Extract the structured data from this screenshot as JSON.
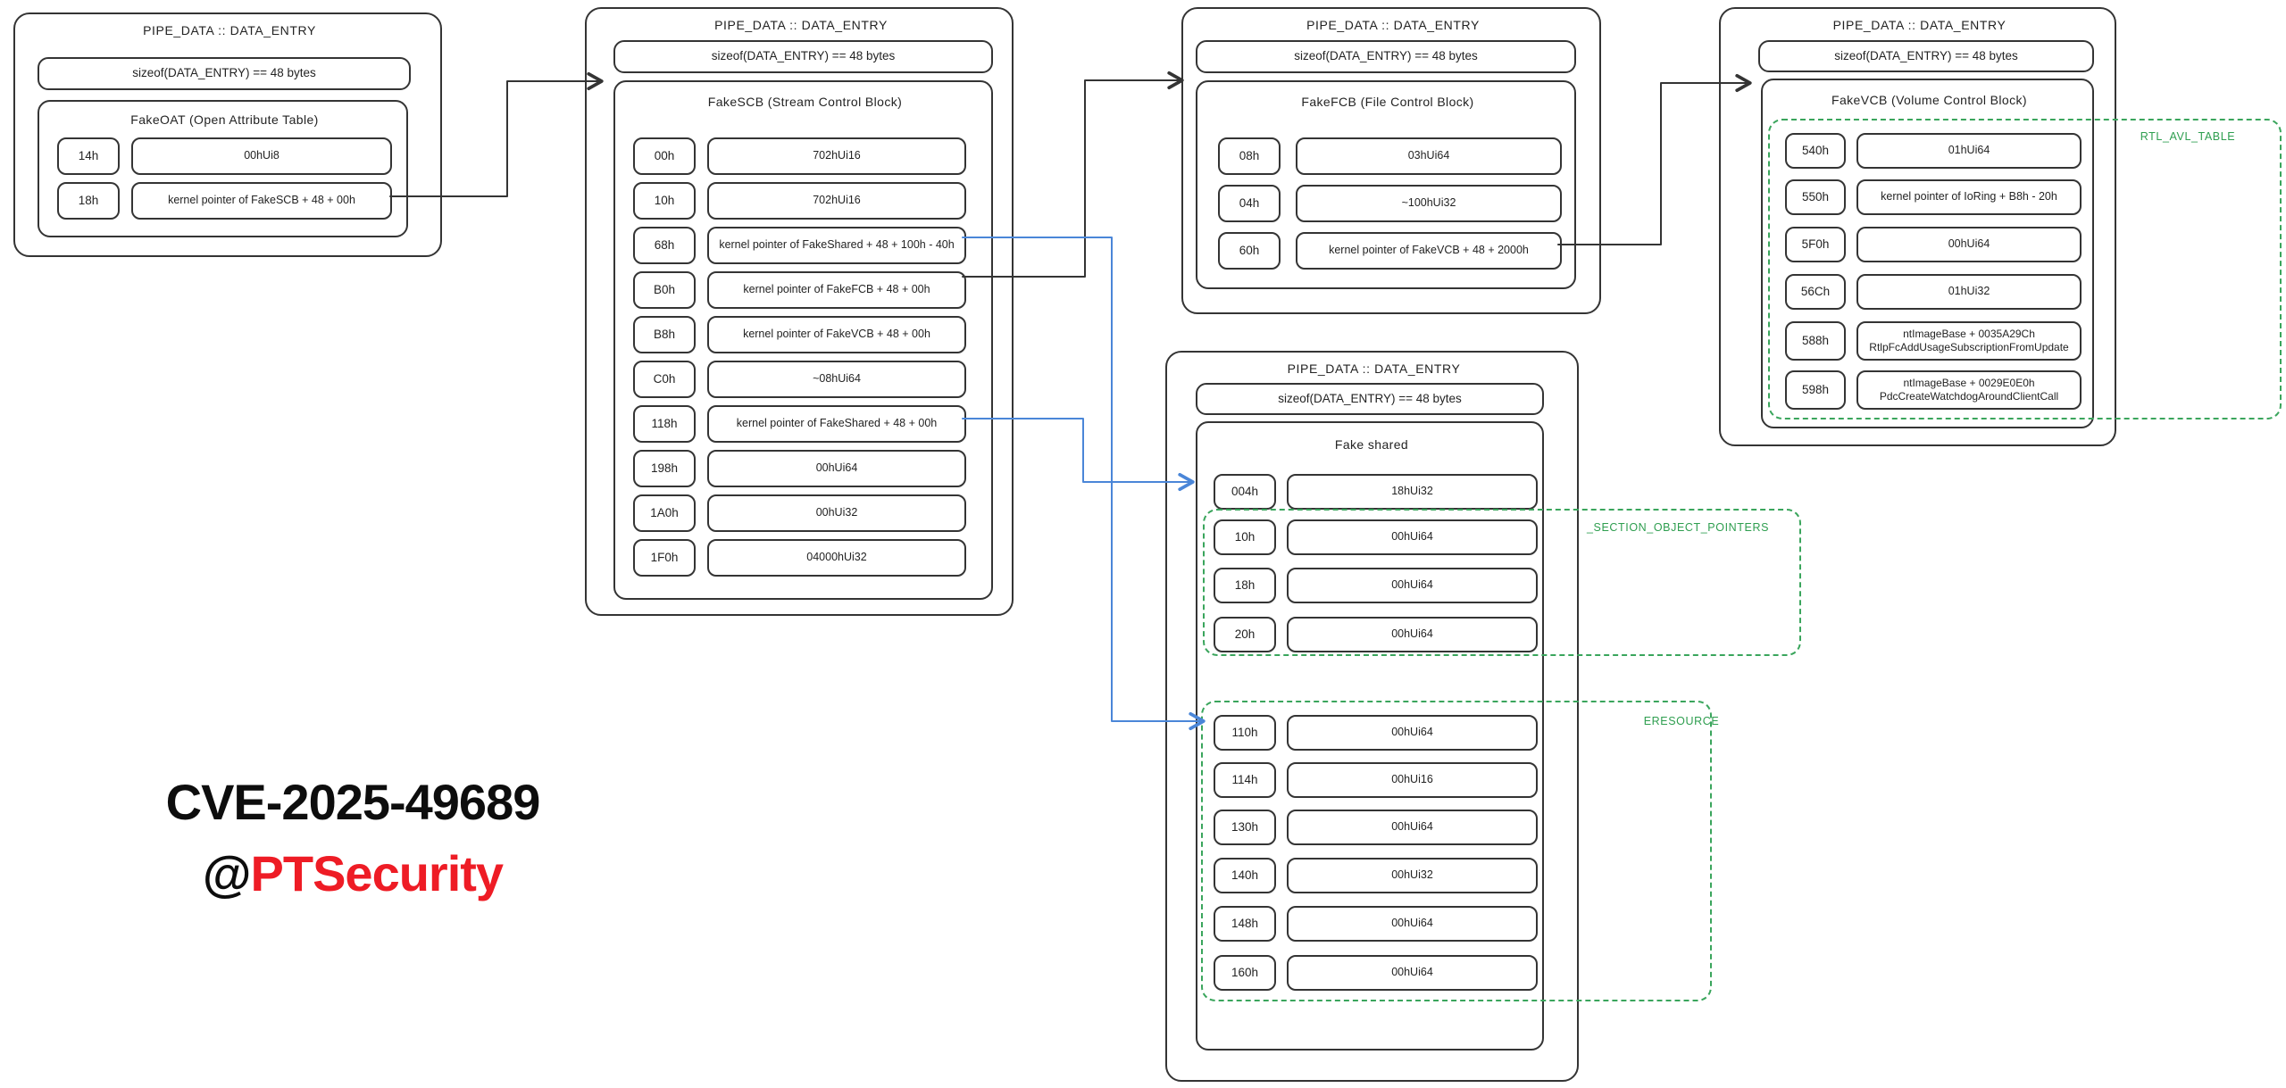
{
  "watermark": {
    "line1": "CVE-2025-49689",
    "line2_prefix": "@",
    "line2_highlight": "PTSecurity"
  },
  "colors": {
    "stroke": "#343434",
    "arrow_blue": "#4a86d8",
    "region_green": "#2e9e4f",
    "highlight_red": "#ee1c25"
  },
  "boxes": [
    {
      "title": "PIPE_DATA :: DATA_ENTRY",
      "size_note": "sizeof(DATA_ENTRY) == 48 bytes",
      "label": "FakeOAT (Open Attribute Table)",
      "rows": [
        {
          "offset": "14h",
          "value": "00hUi8"
        },
        {
          "offset": "18h",
          "value": "kernel pointer of FakeSCB + 48 + 00h"
        }
      ]
    },
    {
      "title": "PIPE_DATA :: DATA_ENTRY",
      "size_note": "sizeof(DATA_ENTRY) == 48 bytes",
      "label": "FakeSCB (Stream Control Block)",
      "rows": [
        {
          "offset": "00h",
          "value": "702hUi16"
        },
        {
          "offset": "10h",
          "value": "702hUi16"
        },
        {
          "offset": "68h",
          "value": "kernel pointer of FakeShared + 48 + 100h - 40h"
        },
        {
          "offset": "B0h",
          "value": "kernel pointer of FakeFCB + 48 + 00h"
        },
        {
          "offset": "B8h",
          "value": "kernel pointer of FakeVCB + 48 + 00h"
        },
        {
          "offset": "C0h",
          "value": "~08hUi64"
        },
        {
          "offset": "118h",
          "value": "kernel pointer of FakeShared + 48 + 00h"
        },
        {
          "offset": "198h",
          "value": "00hUi64"
        },
        {
          "offset": "1A0h",
          "value": "00hUi32"
        },
        {
          "offset": "1F0h",
          "value": "04000hUi32"
        }
      ]
    },
    {
      "title": "PIPE_DATA :: DATA_ENTRY",
      "size_note": "sizeof(DATA_ENTRY) == 48 bytes",
      "label": "FakeFCB (File Control Block)",
      "rows": [
        {
          "offset": "08h",
          "value": "03hUi64"
        },
        {
          "offset": "04h",
          "value": "~100hUi32"
        },
        {
          "offset": "60h",
          "value": "kernel pointer of FakeVCB + 48 + 2000h"
        }
      ]
    },
    {
      "title": "PIPE_DATA :: DATA_ENTRY",
      "size_note": "sizeof(DATA_ENTRY) == 48 bytes",
      "label": "FakeVCB (Volume Control Block)",
      "region_label": "RTL_AVL_TABLE",
      "rows": [
        {
          "offset": "540h",
          "value": "01hUi64"
        },
        {
          "offset": "550h",
          "value": "kernel pointer of IoRing + B8h - 20h"
        },
        {
          "offset": "5F0h",
          "value": "00hUi64"
        },
        {
          "offset": "56Ch",
          "value": "01hUi32"
        },
        {
          "offset": "588h",
          "value": "ntImageBase + 0035A29Ch",
          "value2": "RtlpFcAddUsageSubscriptionFromUpdate"
        },
        {
          "offset": "598h",
          "value": "ntImageBase + 0029E0E0h",
          "value2": "PdcCreateWatchdogAroundClientCall"
        }
      ]
    },
    {
      "title": "PIPE_DATA :: DATA_ENTRY",
      "size_note": "sizeof(DATA_ENTRY) == 48 bytes",
      "label": "Fake shared",
      "rows": [
        {
          "offset": "004h",
          "value": "18hUi32"
        }
      ],
      "regions": [
        {
          "label": "_SECTION_OBJECT_POINTERS",
          "rows": [
            {
              "offset": "10h",
              "value": "00hUi64"
            },
            {
              "offset": "18h",
              "value": "00hUi64"
            },
            {
              "offset": "20h",
              "value": "00hUi64"
            }
          ]
        },
        {
          "label": "ERESOURCE",
          "rows": [
            {
              "offset": "110h",
              "value": "00hUi64"
            },
            {
              "offset": "114h",
              "value": "00hUi16"
            },
            {
              "offset": "130h",
              "value": "00hUi64"
            },
            {
              "offset": "140h",
              "value": "00hUi32"
            },
            {
              "offset": "148h",
              "value": "00hUi64"
            },
            {
              "offset": "160h",
              "value": "00hUi64"
            }
          ]
        }
      ]
    }
  ],
  "arrows": [
    {
      "from": "FakeOAT 18h",
      "to": "FakeSCB",
      "color": "black"
    },
    {
      "from": "FakeSCB B0h",
      "to": "FakeFCB",
      "color": "black"
    },
    {
      "from": "FakeFCB 60h",
      "to": "FakeVCB",
      "color": "black"
    },
    {
      "from": "FakeSCB 68h",
      "to": "Fake shared 110h",
      "color": "blue"
    },
    {
      "from": "FakeSCB 118h",
      "to": "Fake shared 004h",
      "color": "blue"
    }
  ]
}
